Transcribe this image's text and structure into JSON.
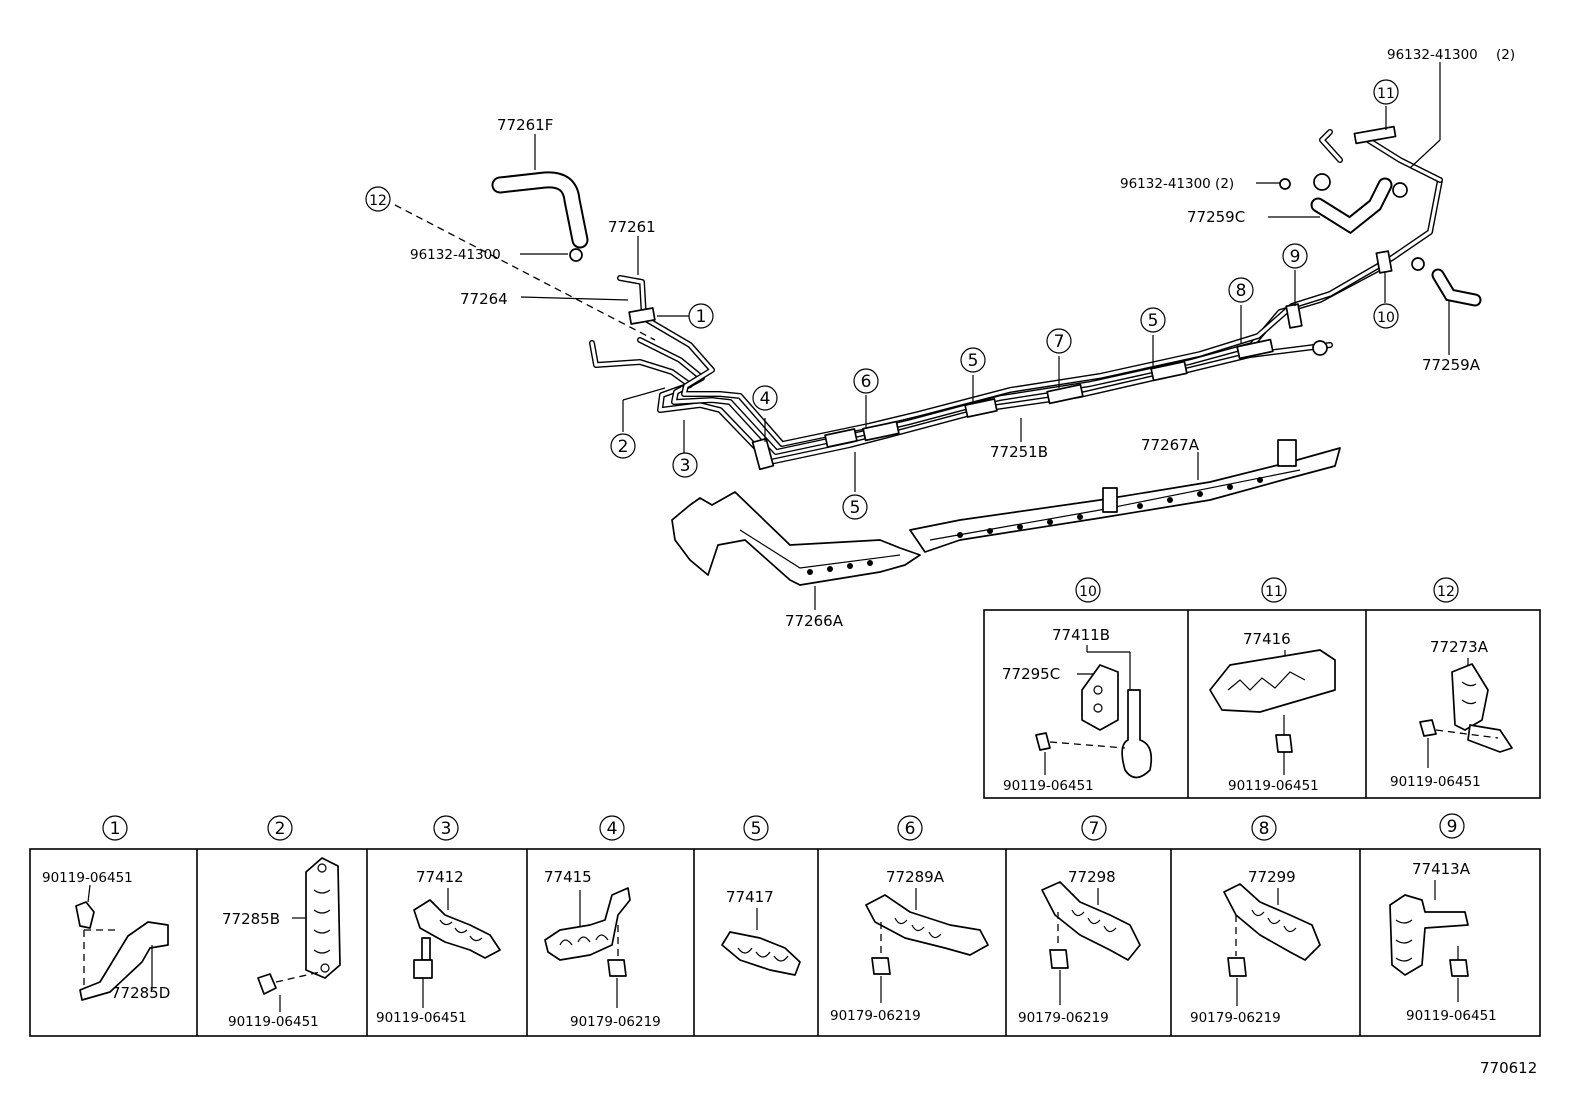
{
  "diagram": {
    "main_labels": {
      "hose_77261f": "77261F",
      "tube_77261": "77261",
      "clamp_upper_left": "96132-41300",
      "tube_77264": "77264",
      "clamp_top_right": "96132-41300",
      "clamp_top_right_qty": "(2)",
      "clamp_mid_right": "96132-41300 (2)",
      "hose_77259c": "77259C",
      "hose_77259a": "77259A",
      "tube_77251b": "77251B",
      "bracket_77267a": "77267A",
      "bracket_77266a": "77266A",
      "figure_code": "770612"
    },
    "callouts": {
      "c1": "1",
      "c2": "2",
      "c3": "3",
      "c4": "4",
      "c5": "5",
      "c6": "6",
      "c7": "7",
      "c8": "8",
      "c9": "9",
      "c10": "10",
      "c11": "11",
      "c12": "12"
    },
    "detail_upper": [
      {
        "id": "10",
        "labels": [
          "77411B",
          "77295C",
          "90119-06451"
        ]
      },
      {
        "id": "11",
        "labels": [
          "77416",
          "90119-06451"
        ]
      },
      {
        "id": "12",
        "labels": [
          "77273A",
          "90119-06451"
        ]
      }
    ],
    "detail_lower": [
      {
        "id": "1",
        "labels": [
          "90119-06451",
          "77285D"
        ]
      },
      {
        "id": "2",
        "labels": [
          "77285B",
          "90119-06451"
        ]
      },
      {
        "id": "3",
        "labels": [
          "77412",
          "90119-06451"
        ]
      },
      {
        "id": "4",
        "labels": [
          "77415",
          "90179-06219"
        ]
      },
      {
        "id": "5",
        "labels": [
          "77417"
        ]
      },
      {
        "id": "6",
        "labels": [
          "77289A",
          "90179-06219"
        ]
      },
      {
        "id": "7",
        "labels": [
          "77298",
          "90179-06219"
        ]
      },
      {
        "id": "8",
        "labels": [
          "77299",
          "90179-06219"
        ]
      },
      {
        "id": "9",
        "labels": [
          "77413A",
          "90119-06451"
        ]
      }
    ]
  }
}
